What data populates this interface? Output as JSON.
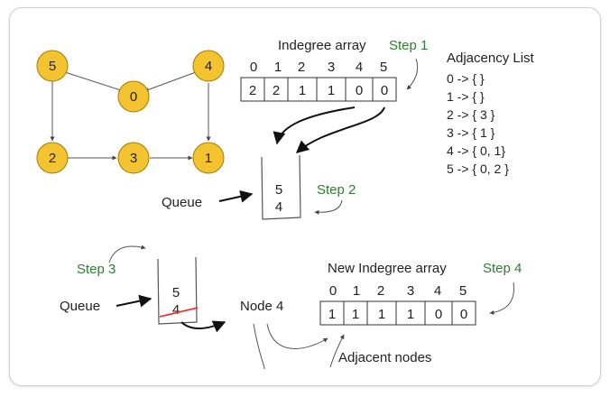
{
  "graph": {
    "nodes": [
      {
        "id": "n5",
        "label": "5"
      },
      {
        "id": "n0",
        "label": "0"
      },
      {
        "id": "n4",
        "label": "4"
      },
      {
        "id": "n2",
        "label": "2"
      },
      {
        "id": "n3",
        "label": "3"
      },
      {
        "id": "n1",
        "label": "1"
      }
    ],
    "edges": [
      [
        "5",
        "0"
      ],
      [
        "4",
        "0"
      ],
      [
        "5",
        "2"
      ],
      [
        "2",
        "3"
      ],
      [
        "3",
        "1"
      ],
      [
        "4",
        "1"
      ]
    ],
    "node_fill": "#f4c430",
    "node_stroke": "#a07a00"
  },
  "indegree": {
    "title": "Indegree array",
    "indices": [
      "0",
      "1",
      "2",
      "3",
      "4",
      "5"
    ],
    "values": [
      "2",
      "2",
      "1",
      "1",
      "0",
      "0"
    ]
  },
  "new_indegree": {
    "title": "New Indegree array",
    "indices": [
      "0",
      "1",
      "2",
      "3",
      "4",
      "5"
    ],
    "values": [
      "1",
      "1",
      "1",
      "1",
      "0",
      "0"
    ]
  },
  "adjacency": {
    "title": "Adjacency List",
    "lines": [
      "0 -> { }",
      "1 -> { }",
      "2 -> { 3 }",
      "3 -> { 1 }",
      "4 -> { 0, 1}",
      "5 -> { 0, 2 }"
    ]
  },
  "steps": {
    "step1": "Step 1",
    "step2": "Step 2",
    "step3": "Step 3",
    "step4": "Step 4",
    "color": "#2e7d32"
  },
  "queue1": {
    "label": "Queue",
    "items": [
      "5",
      "4"
    ]
  },
  "queue2": {
    "label": "Queue",
    "items": [
      "5",
      "4"
    ]
  },
  "node4_label": "Node 4",
  "adjacent_nodes_label": "Adjacent nodes",
  "strike_color": "#e53935"
}
